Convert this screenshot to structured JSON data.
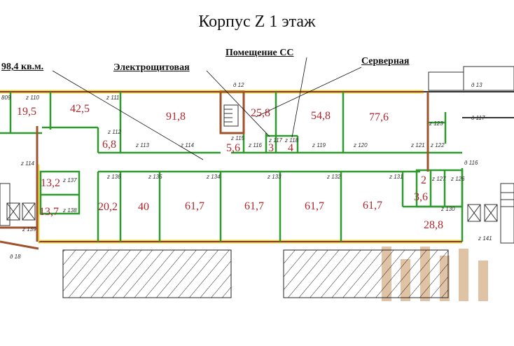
{
  "title": "Корпус Z 1 этаж",
  "callouts": {
    "total_area": "98,4 кв.м.",
    "electrical_room": "Электрощитовая",
    "cc_room": "Помещение СС",
    "server_room": "Серверная"
  },
  "room_areas": [
    "19,5",
    "42,5",
    "91,8",
    "25,8",
    "54,8",
    "77,6",
    "6,8",
    "5,6",
    "3",
    "4",
    "20,2",
    "40",
    "61,7",
    "61,7",
    "61,7",
    "61,7",
    "28,8",
    "13,2",
    "13,7",
    "2",
    "3,6"
  ],
  "room_codes": [
    "809",
    "z 110",
    "z 111",
    "z 112",
    "z 113",
    "z 114",
    "z 115",
    "z 116",
    "z 117",
    "z 118",
    "z 119",
    "z 120",
    "z 121",
    "z 122",
    "z 123",
    "z 136",
    "z 135",
    "z 134",
    "z 133",
    "z 132",
    "z 131",
    "z 127",
    "z 126",
    "z 130",
    "z 141",
    "z 137",
    "z 138",
    "z 139",
    "z 114",
    "д 12",
    "д 13",
    "д 117",
    "д 116",
    "д 18"
  ],
  "colors": {
    "area_text": "#b0262e",
    "partition": "#2e9a2e",
    "outer_wall": "#a0522d",
    "facade": "#e8d84a",
    "watermark": "#d9b48f"
  }
}
